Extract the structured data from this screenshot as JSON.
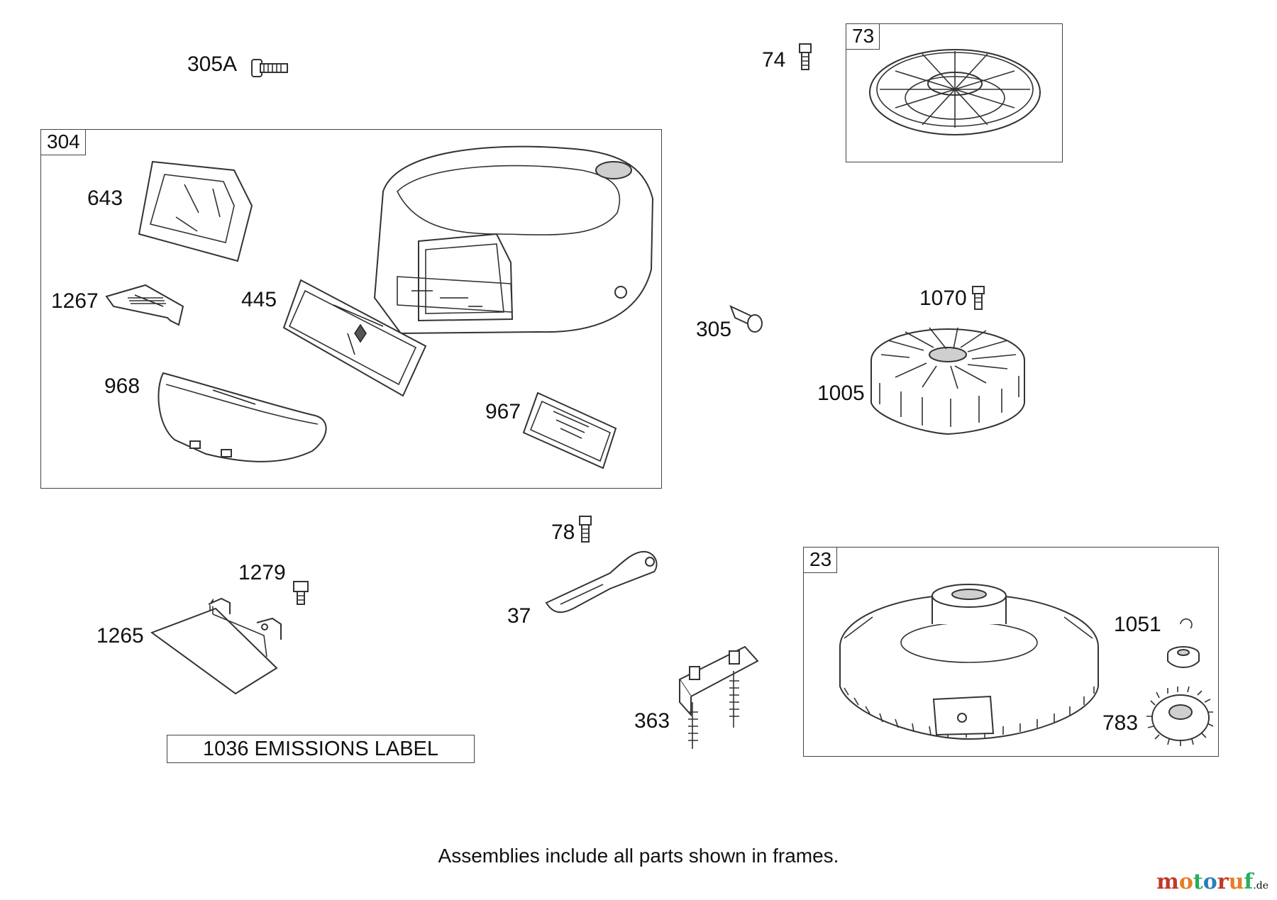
{
  "frames": {
    "f304": "304",
    "f73": "73",
    "f23": "23"
  },
  "callouts": {
    "c305A": "305A",
    "c74": "74",
    "c643": "643",
    "c1267": "1267",
    "c445": "445",
    "c968": "968",
    "c967": "967",
    "c305": "305",
    "c1070": "1070",
    "c1005": "1005",
    "c78": "78",
    "c1279": "1279",
    "c1265": "1265",
    "c37": "37",
    "c363": "363",
    "c1051": "1051",
    "c783": "783"
  },
  "emissions_label": "1036 EMISSIONS LABEL",
  "footnote": "Assemblies include all parts shown in frames.",
  "watermark": {
    "brand": "motoruf",
    "suffix": ".de",
    "colors": [
      "#c0392b",
      "#e67e22",
      "#27ae60",
      "#2980b9"
    ]
  }
}
